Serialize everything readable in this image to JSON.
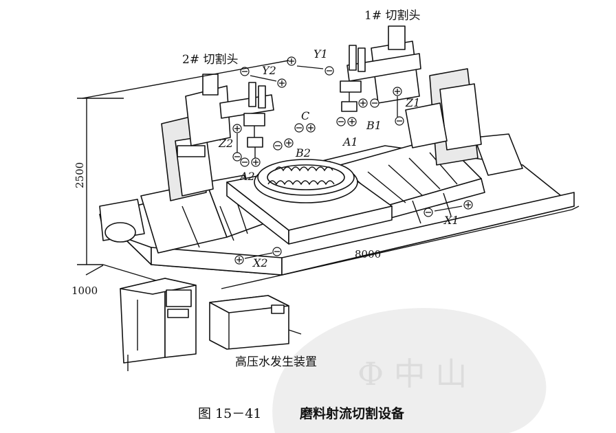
{
  "labels": {
    "head1": "1# 切割头",
    "head2": "2# 切割头",
    "axis_y1": "Y1",
    "axis_y2": "Y2",
    "axis_z1": "Z1",
    "axis_z2": "Z2",
    "axis_c": "C",
    "axis_a1": "A1",
    "axis_a2": "A2",
    "axis_b1": "B1",
    "axis_b2": "B2",
    "axis_x1": "X1",
    "axis_x2": "X2",
    "pump": "高压水发生装置"
  },
  "dimensions": {
    "height": "2500",
    "length": "8000",
    "depth": "1000"
  },
  "caption": {
    "number": "图 15－41",
    "title": "磨料射流切割设备"
  },
  "symbols": {
    "plus": "+",
    "minus": "−"
  },
  "watermark_text": "Ф 中 山"
}
